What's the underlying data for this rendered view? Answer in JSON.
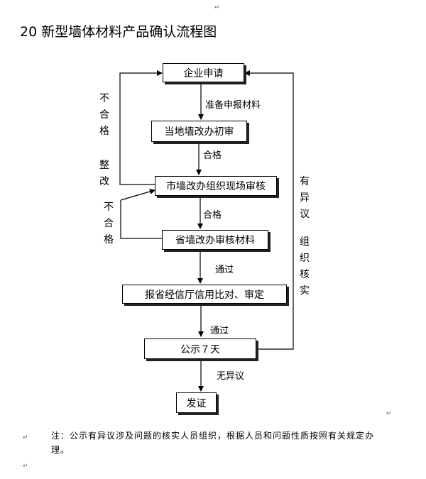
{
  "title": "20  新型墙体材料产品确认流程图",
  "nodes": {
    "apply": "企业申请",
    "local_review": "当地墙改办初审",
    "city_review": "市墙改办组织现场审核",
    "province_review": "省墙改办审核材料",
    "report": "报省经信厅信用比对、审定",
    "publicity": "公示７天",
    "certificate": "发证"
  },
  "edge_labels": {
    "prepare": "准备申报材料",
    "pass1": "合格",
    "pass2": "合格",
    "through1": "通过",
    "through2": "通过",
    "no_objection": "无异议"
  },
  "side_labels": {
    "fail_rectify_1": "不合格",
    "fail_rectify_2": "整改",
    "fail_2": "不合格",
    "objection": "有异议",
    "verify": "组织核实"
  },
  "note": "注：公示有异议涉及问题的核实人员组织，根据人员和问题性质按照有关规定办理。"
}
